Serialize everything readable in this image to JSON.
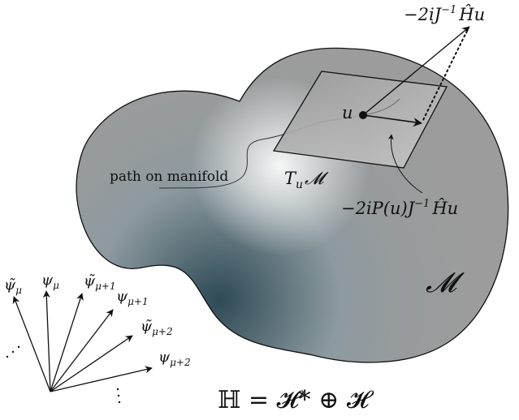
{
  "labels": {
    "top_vector": "−2iJ",
    "top_vector_sup": "−1",
    "top_vector_tail": "Ĥu",
    "point": "u",
    "tangent_space": "T",
    "tangent_space_sub": "u",
    "tangent_space_tail": "𝓜",
    "projected_vector": "−2iP(u)J",
    "projected_vector_sup": "−1",
    "projected_vector_tail": "Ĥu",
    "path": "path on manifold",
    "manifold": "𝓜",
    "hilbert_eq": "ℍ = 𝓗* ⊕ 𝓗"
  },
  "basis_vectors": [
    {
      "sym": "ψ̃",
      "sub": "μ"
    },
    {
      "sym": "ψ",
      "sub": "μ"
    },
    {
      "sym": "ψ̃",
      "sub": "μ+1"
    },
    {
      "sym": "ψ",
      "sub": "μ+1"
    },
    {
      "sym": "ψ̃",
      "sub": "μ+2"
    },
    {
      "sym": "ψ",
      "sub": "μ+2"
    }
  ],
  "colors": {
    "manifold_dark": "#2e4a55",
    "manifold_light": "#f4f4f4",
    "ink": "#111111"
  }
}
